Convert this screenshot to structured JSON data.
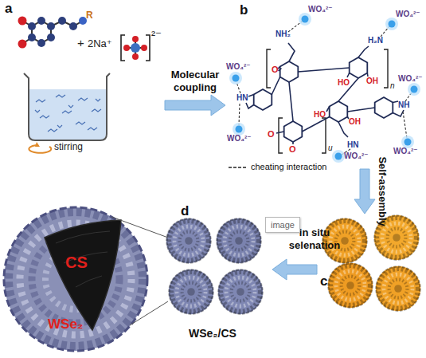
{
  "diagram": {
    "nodes": [
      {
        "text": [
          "a"
        ]
      },
      {
        "text": [
          "b"
        ]
      },
      {
        "text": [
          "c"
        ]
      },
      {
        "text": [
          "d",
          "WSe₂/CS"
        ]
      },
      {
        "text": [
          "CS",
          "WSe₂"
        ]
      }
    ],
    "edges": [
      {
        "from": 0,
        "to": 1,
        "arrow": "to",
        "label": "Molecular coupling"
      },
      {
        "from": 1,
        "to": 2,
        "arrow": "to",
        "label": "Self-assembly"
      },
      {
        "from": 2,
        "to": 3,
        "arrow": "to",
        "label": "in situ selenation"
      },
      {
        "from": 4,
        "to": 3,
        "arrow": "none"
      }
    ],
    "labels": [
      "R",
      "+",
      "2Na⁺",
      "²⁻",
      "stirring",
      "WO₄²⁻",
      "WO₄²⁻",
      "WO₄²⁻",
      "WO₄²⁻",
      "WO₄²⁻",
      "WO₄²⁻",
      "WO₄²⁻",
      "NH₂",
      "H₂N",
      "n",
      "O",
      "HO",
      "OH",
      "HO",
      "OH",
      "HN",
      "NH",
      "O",
      "O",
      "HN",
      "u",
      "image"
    ],
    "legend": [
      {
        "text": "cheating interaction"
      }
    ]
  }
}
